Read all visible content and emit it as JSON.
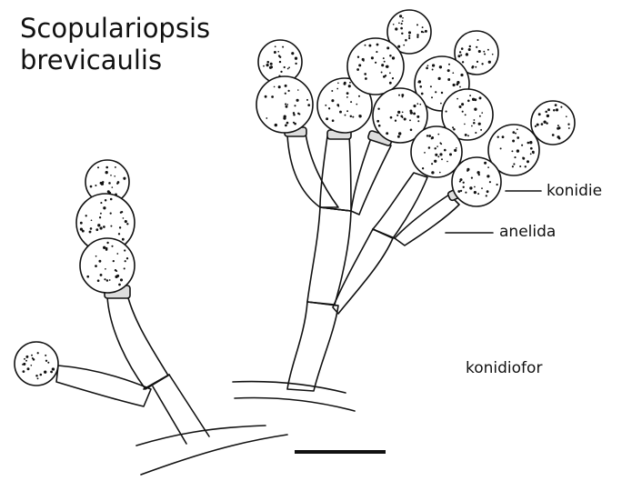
{
  "figure": {
    "title_line1": "Scopulariopsis",
    "title_line2": "brevicaulis",
    "labels": {
      "conidia": "konidie",
      "annellide": "anelida",
      "conidiophore": "konidiofor"
    },
    "colors": {
      "ink": "#111111",
      "background": "#ffffff"
    }
  }
}
